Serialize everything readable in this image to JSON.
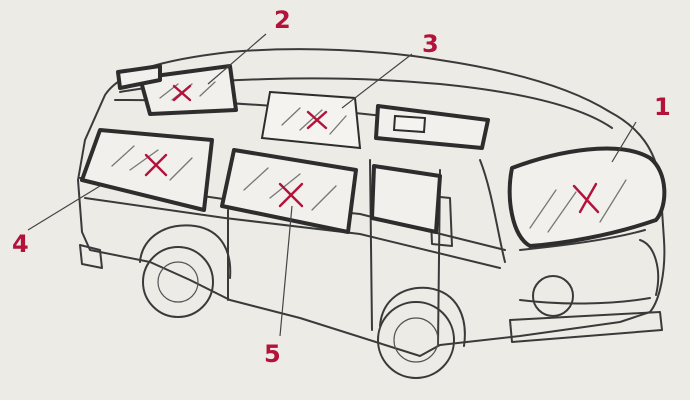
{
  "callouts": [
    {
      "number": "1",
      "mark": "X"
    },
    {
      "number": "2",
      "mark": "X"
    },
    {
      "number": "3",
      "mark": "X"
    },
    {
      "number": "4",
      "mark": "X"
    },
    {
      "number": "5",
      "mark": "X"
    }
  ],
  "colors": {
    "paper": "#ecebe6",
    "ink": "#2d2d2d",
    "marker": "#b3123b"
  }
}
